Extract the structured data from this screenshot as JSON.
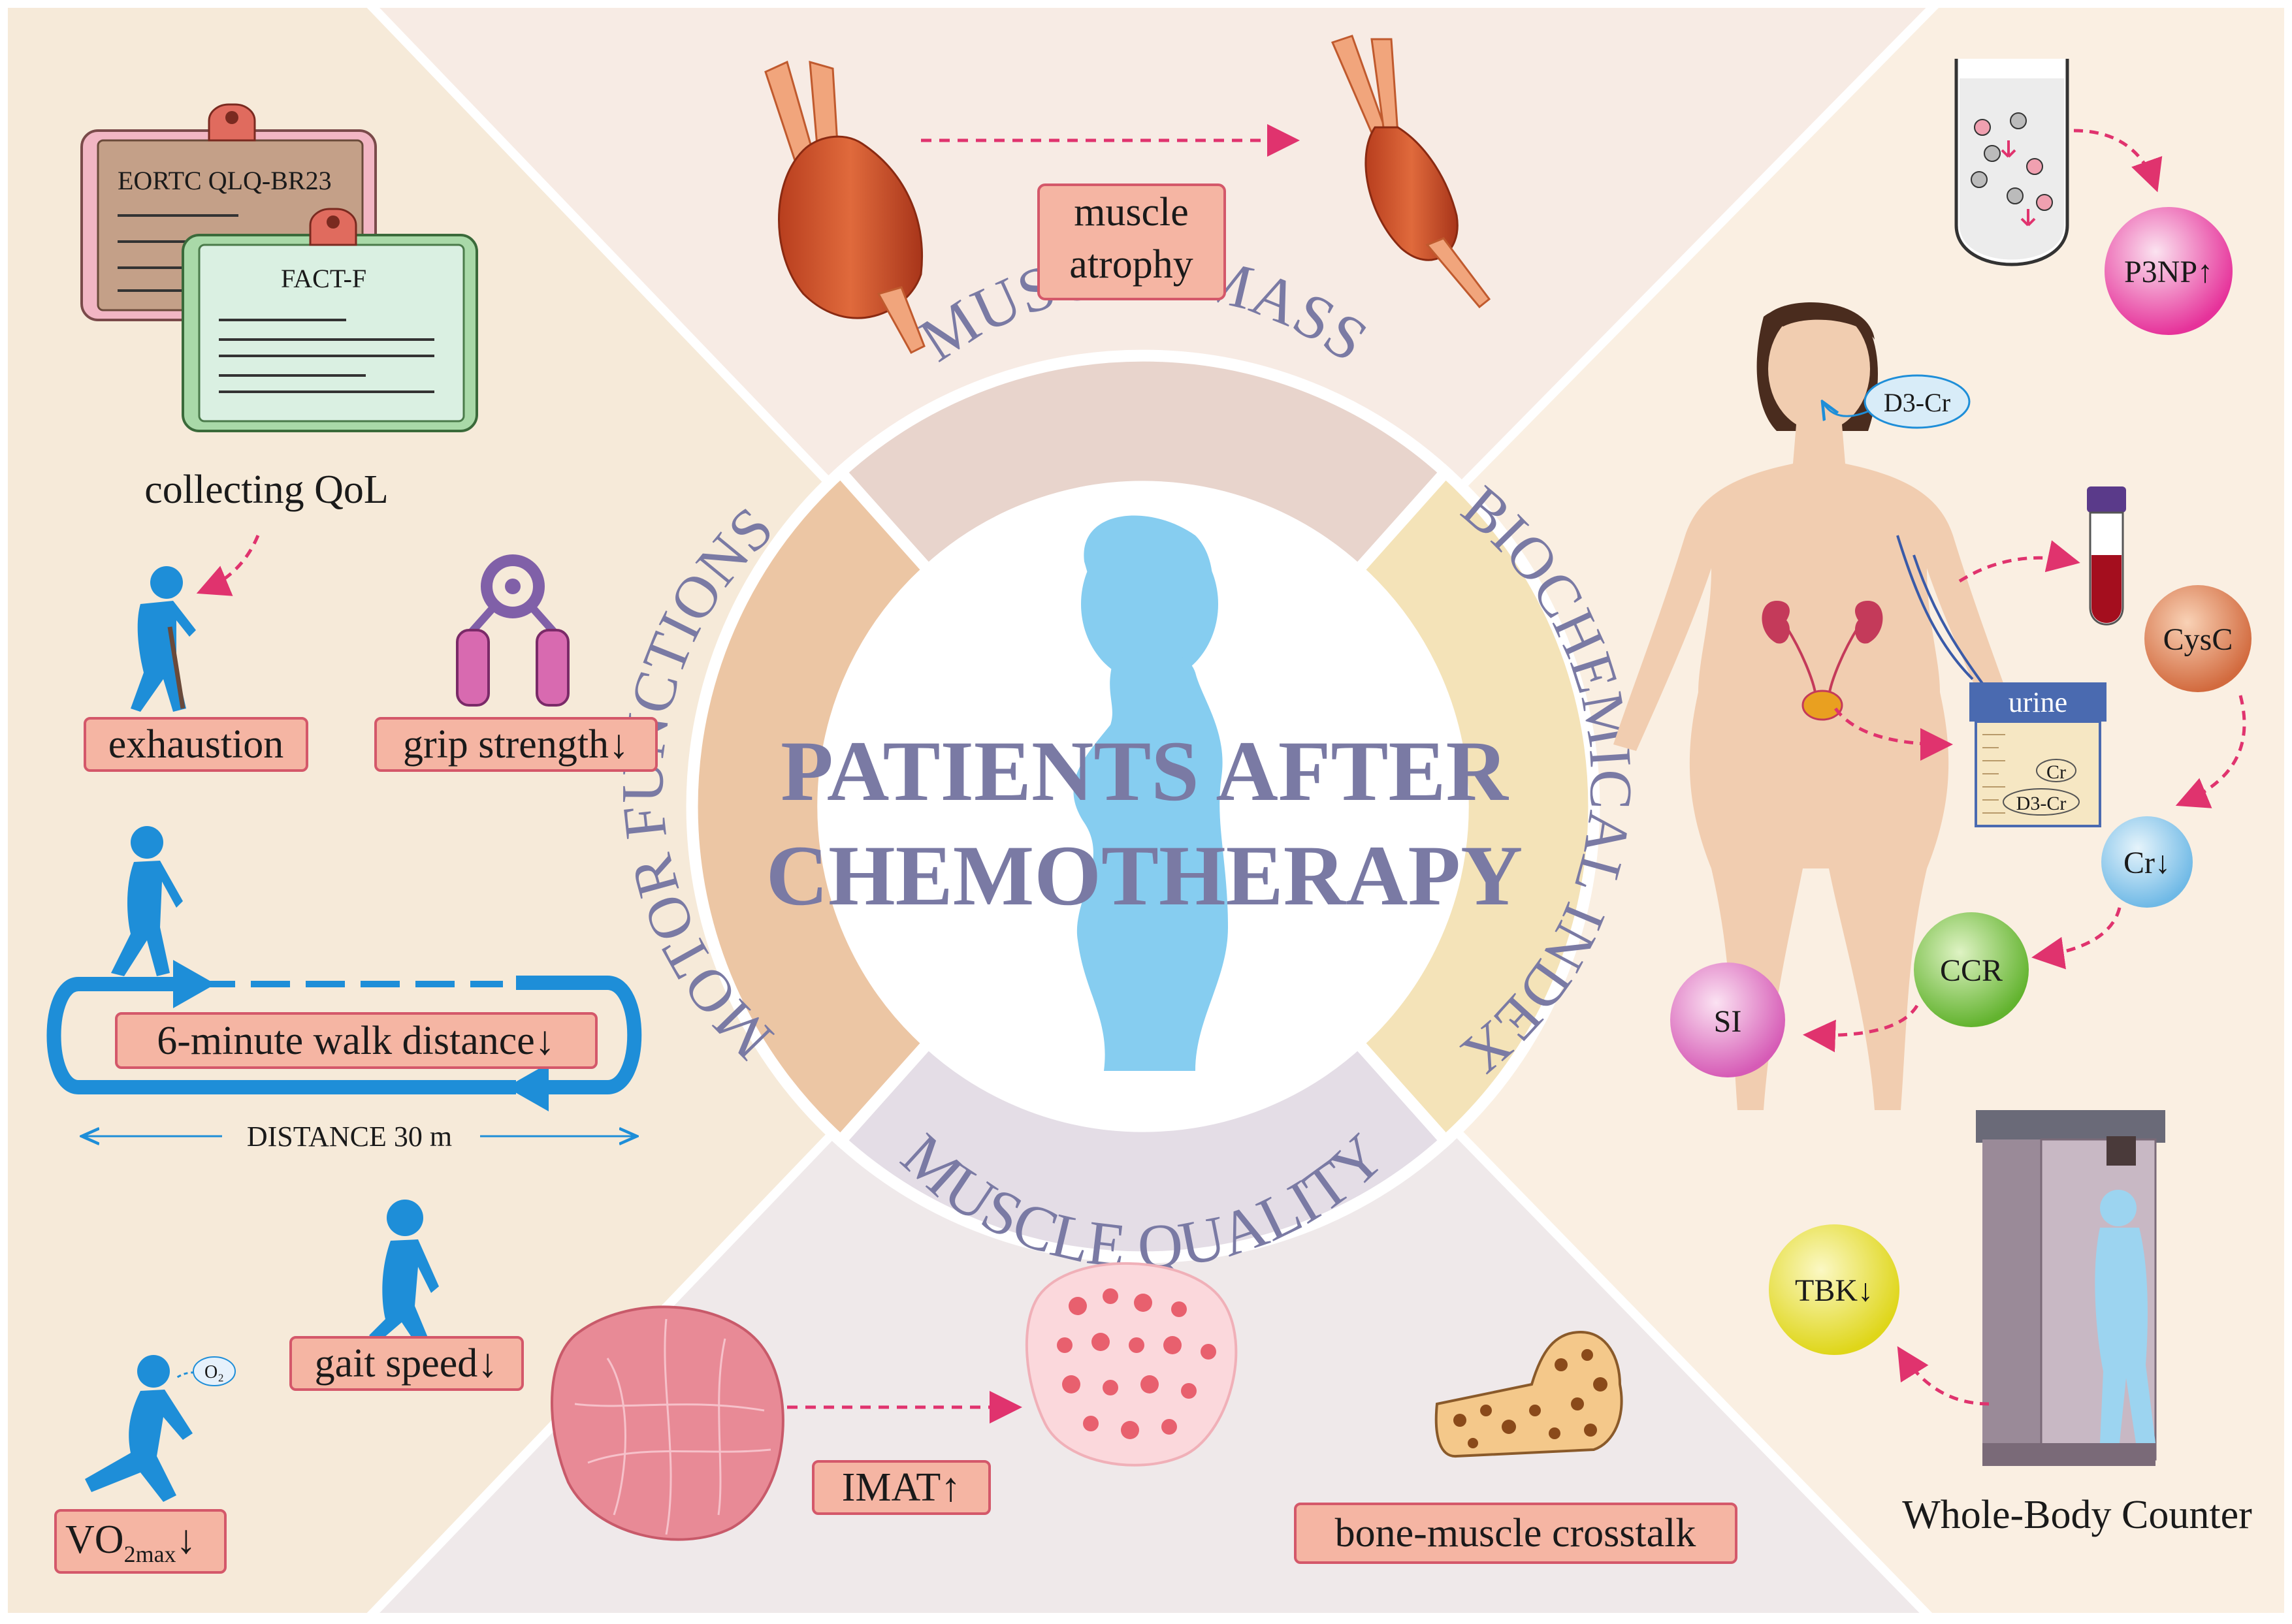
{
  "center": {
    "title_line1": "PATIENTS AFTER",
    "title_line2": "CHEMOTHERAPY"
  },
  "ring": {
    "muscle_mass": "MUSCLE MASS",
    "biochemical_index": "BIOCHEMICAL INDEX",
    "muscle_quality": "MUSCLE QUALITY",
    "motor_functions": "MOTOR FUNCTIONS"
  },
  "top": {
    "atrophy_line1": "muscle",
    "atrophy_line2": "atrophy"
  },
  "left": {
    "form1_title": "EORTC QLQ-BR23",
    "form2_title": "FACT-F",
    "collecting": "collecting QoL",
    "exhaustion": "exhaustion",
    "grip": "grip strength↓",
    "walk": "6-minute walk distance↓",
    "distance": "DISTANCE 30 m",
    "gait": "gait speed↓",
    "o2": "O₂",
    "vo2_base": "VO",
    "vo2_sub": "2max",
    "vo2_arrow": "↓"
  },
  "right": {
    "p3np": "P3NP↑",
    "d3cr": "D3-Cr",
    "urine": "urine",
    "cr_small": "Cr",
    "d3cr_small": "D3-Cr",
    "cysc": "CysC",
    "cr": "Cr↓",
    "ccr": "CCR",
    "si": "SI",
    "tbk": "TBK↓",
    "wbc": "Whole-Body Counter"
  },
  "bottom": {
    "imat": "IMAT↑",
    "crosstalk": "bone-muscle crosstalk"
  },
  "colors": {
    "bg_left": "#f6ead9",
    "bg_top": "#f7ebe4",
    "bg_right": "#faefe2",
    "bg_bottom": "#efe9ea",
    "ring_top": "#e8d4cc",
    "ring_right": "#f4e3b8",
    "ring_bottom": "#e4dde6",
    "ring_left": "#ecc6a4",
    "ring_text": "#7a7aa4",
    "label_fill": "#f5b5a3",
    "label_stroke": "#d4586a",
    "accent_pink": "#e0336e",
    "walk_blue": "#1e8ed8",
    "silhouette": "#86cdf0"
  }
}
